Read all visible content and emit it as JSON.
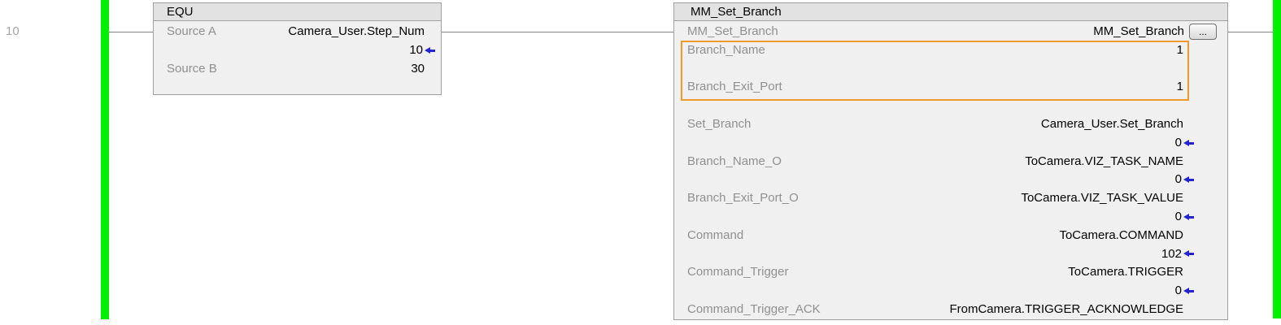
{
  "rung": {
    "number": "10"
  },
  "colors": {
    "power_rail_active": "#00f000",
    "operand_highlight_box": "#ec9a2e",
    "live_value_arrow": "#2323cf",
    "label_text": "#909090",
    "value_text": "#000000",
    "block_body": "#f0f0f0",
    "block_title_bar": "#e2e2e2",
    "block_border": "#a0a0a0",
    "wire": "#858585",
    "rung_number_text": "#a4a4a4"
  },
  "equ_block": {
    "title": "EQU",
    "rows": [
      {
        "label": "Source A",
        "value": "Camera_User.Step_Num"
      },
      {
        "value": "10",
        "arrow": true
      },
      {
        "label": "Source B",
        "value": "30"
      }
    ]
  },
  "mm_block": {
    "title": "MM_Set_Branch",
    "browse_button_label": "...",
    "rows": [
      {
        "label": "MM_Set_Branch",
        "value": "MM_Set_Branch",
        "button": true
      },
      {
        "label": "Branch_Name",
        "value": "1",
        "box": true
      },
      {
        "empty": true,
        "box": true
      },
      {
        "label": "Branch_Exit_Port",
        "value": "1",
        "box": true
      },
      {
        "empty": true
      },
      {
        "label": "Set_Branch",
        "value": "Camera_User.Set_Branch"
      },
      {
        "value": "0",
        "arrow": true
      },
      {
        "label": "Branch_Name_O",
        "value": "ToCamera.VIZ_TASK_NAME"
      },
      {
        "value": "0",
        "arrow": true
      },
      {
        "label": "Branch_Exit_Port_O",
        "value": "ToCamera.VIZ_TASK_VALUE"
      },
      {
        "value": "0",
        "arrow": true
      },
      {
        "label": "Command",
        "value": "ToCamera.COMMAND"
      },
      {
        "value": "102",
        "arrow": true
      },
      {
        "label": "Command_Trigger",
        "value": "ToCamera.TRIGGER"
      },
      {
        "value": "0",
        "arrow": true
      },
      {
        "label": "Command_Trigger_ACK",
        "value": "FromCamera.TRIGGER_ACKNOWLEDGE"
      }
    ]
  }
}
